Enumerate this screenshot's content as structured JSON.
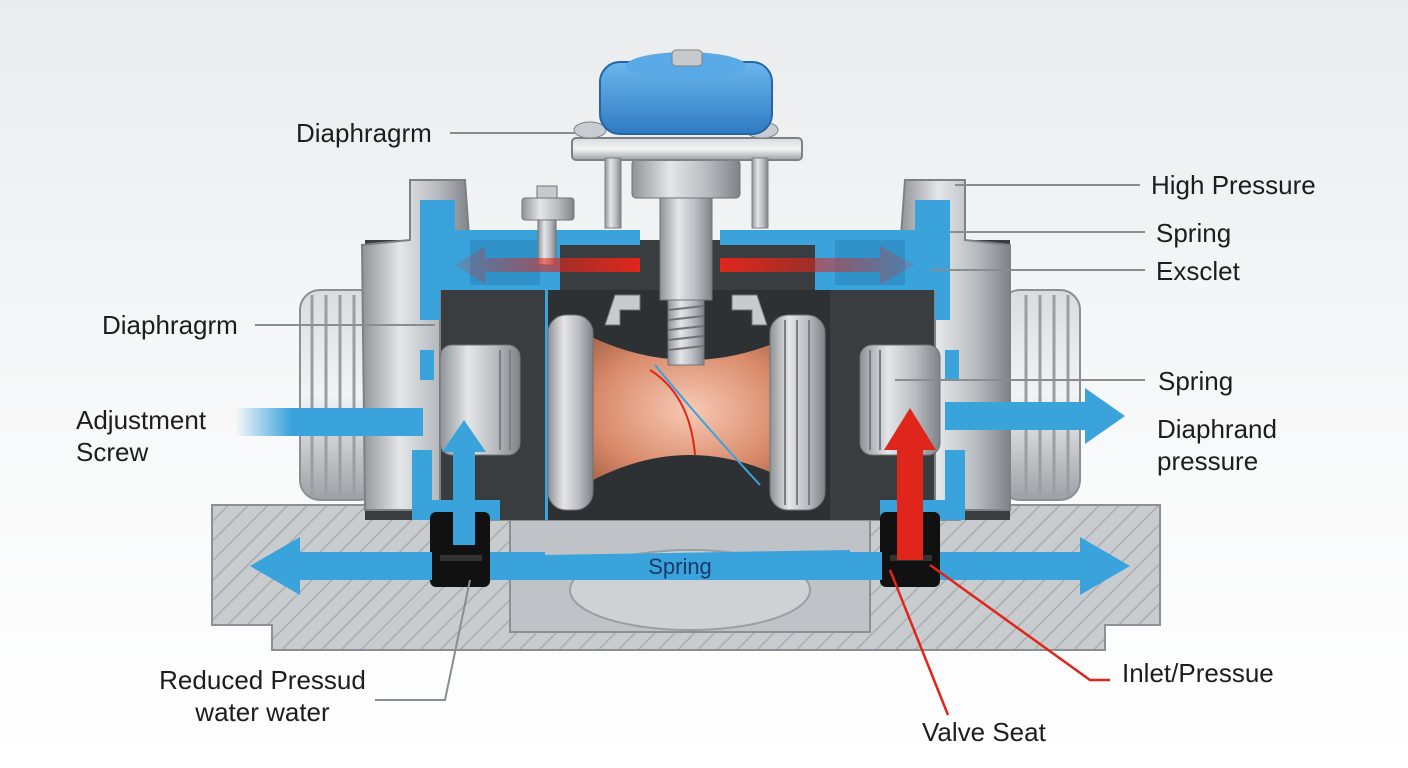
{
  "labels": {
    "diaphragm_top": "Diaphragrm",
    "diaphragm_left": "Diaphragrm",
    "adjustment_screw": [
      "Adjustment",
      "Screw"
    ],
    "reduced_pressure": [
      "Reduced Pressud",
      "water water"
    ],
    "high_pressure": "High Pressure",
    "spring_upper": "Spring",
    "exsclet": "Exsclet",
    "spring_mid": "Spring",
    "diaphrand_pressure": [
      "Diaphrand",
      "pressure"
    ],
    "inlet_pressure": "Inlet/Pressue",
    "valve_seat": "Valve Seat",
    "spring_channel": "Spring"
  },
  "colors": {
    "water_blue": "#3aa3dc",
    "high_pressure_red": "#e0261b",
    "knob_blue": "#3b8ed6",
    "steel": "#b8bcc0",
    "housing_dark": "#3a3d40",
    "copper": "#d98a6a"
  }
}
